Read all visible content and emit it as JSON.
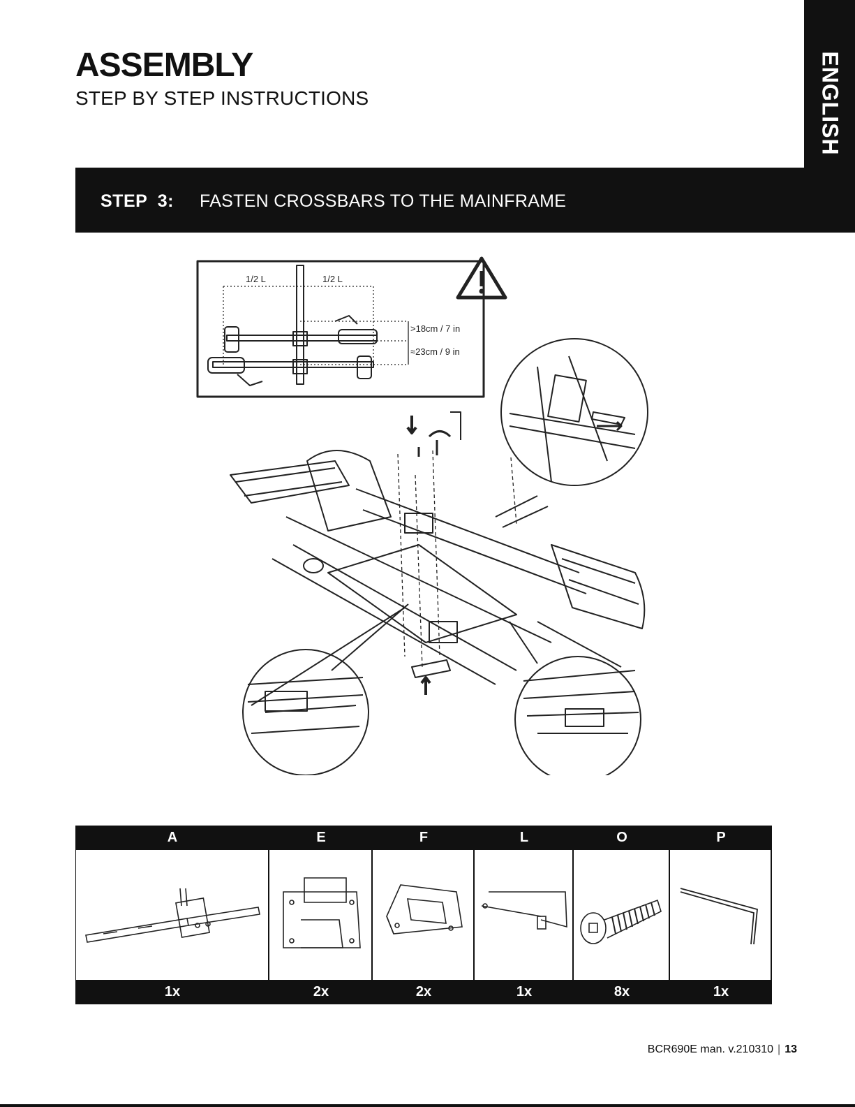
{
  "header": {
    "title": "ASSEMBLY",
    "subtitle": "STEP BY STEP INSTRUCTIONS",
    "language_tab": "ENGLISH"
  },
  "step": {
    "label": "STEP  3:",
    "title": "FASTEN CROSSBARS TO THE MAINFRAME"
  },
  "diagram": {
    "half_left": "1/2 L",
    "half_right": "1/2 L",
    "spacing_min": ">18cm / 7 in",
    "spacing_approx": "≈23cm / 9 in",
    "warning_icon": "warning-triangle-icon"
  },
  "parts": [
    {
      "letter": "A",
      "qty": "1x"
    },
    {
      "letter": "E",
      "qty": "2x"
    },
    {
      "letter": "F",
      "qty": "2x"
    },
    {
      "letter": "L",
      "qty": "1x"
    },
    {
      "letter": "O",
      "qty": "8x"
    },
    {
      "letter": "P",
      "qty": "1x"
    }
  ],
  "footer": {
    "manual": "BCR690E man. v.210310",
    "separator": "|",
    "page": "13"
  }
}
